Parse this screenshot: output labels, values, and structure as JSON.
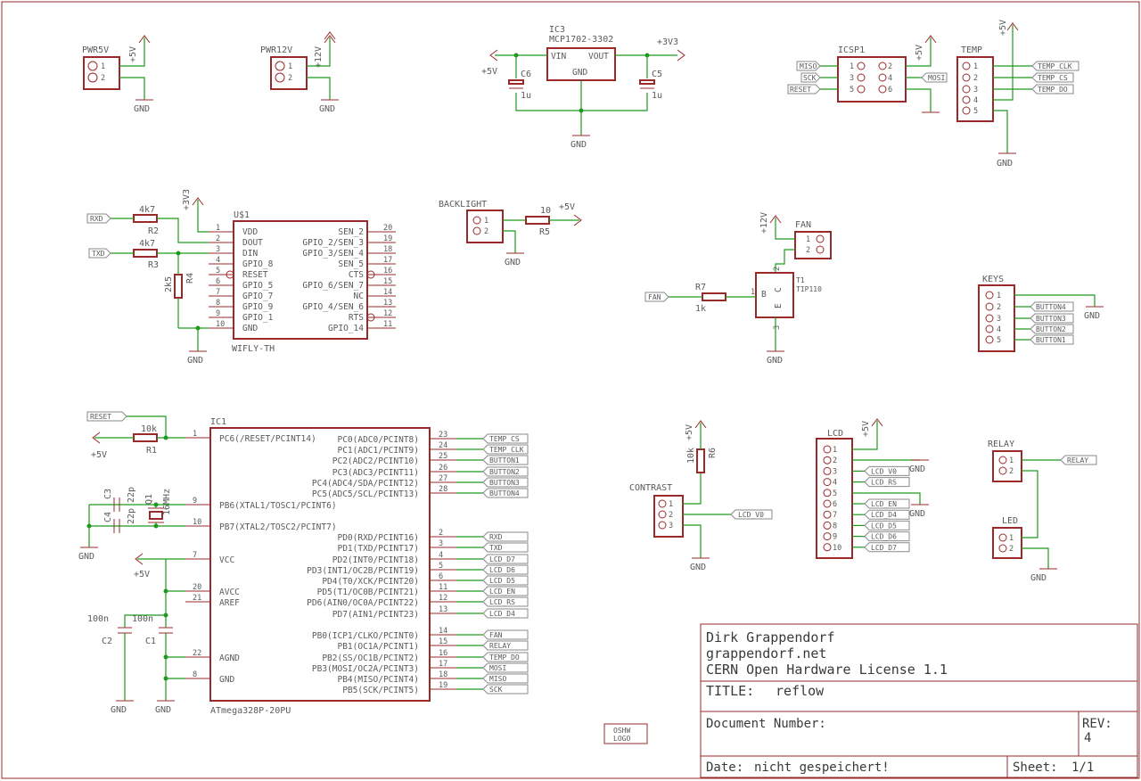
{
  "title_block": {
    "author": "Dirk Grappendorf",
    "site": "grappendorf.net",
    "license": "CERN Open Hardware License 1.1",
    "title_label": "TITLE:",
    "title_value": "reflow",
    "docnum_label": "Document Number:",
    "rev_label": "REV:",
    "rev_value": "4",
    "date_label": "Date:",
    "date_value": "nicht gespeichert!",
    "sheet_label": "Sheet:",
    "sheet_value": "1/1"
  },
  "logo": {
    "line1": "OSHW",
    "line2": "LOGO"
  },
  "supply": {
    "gnd": "GND",
    "p5v": "+5V",
    "p12v": "+12V",
    "p3v3": "+3V3"
  },
  "parts": {
    "pwr5v": {
      "name": "PWR5V",
      "pins": [
        "1",
        "2"
      ]
    },
    "pwr12v": {
      "name": "PWR12V",
      "pins": [
        "1",
        "2"
      ]
    },
    "ic3": {
      "name": "IC3",
      "value": "MCP1702-3302",
      "vin": "VIN",
      "vout": "VOUT",
      "gnd": "GND"
    },
    "c6": {
      "name": "C6",
      "value": "1u"
    },
    "c5": {
      "name": "C5",
      "value": "1u"
    },
    "icsp": {
      "name": "ICSP1",
      "pins_left": [
        "1",
        "3",
        "5"
      ],
      "pins_right": [
        "2",
        "4",
        "6"
      ]
    },
    "temp": {
      "name": "TEMP",
      "pins": [
        "1",
        "2",
        "3",
        "4",
        "5"
      ]
    },
    "wifly": {
      "name": "U$1",
      "value": "WIFLY-TH",
      "left_pins": [
        {
          "num": "1",
          "name": "VDD"
        },
        {
          "num": "2",
          "name": "DOUT"
        },
        {
          "num": "3",
          "name": "DIN"
        },
        {
          "num": "4",
          "name": "GPIO_8"
        },
        {
          "num": "5",
          "name": "RESET"
        },
        {
          "num": "6",
          "name": "GPIO_5"
        },
        {
          "num": "7",
          "name": "GPIO_7"
        },
        {
          "num": "8",
          "name": "GPIO_9"
        },
        {
          "num": "9",
          "name": "GPIO_1"
        },
        {
          "num": "10",
          "name": "GND"
        }
      ],
      "right_pins": [
        {
          "num": "20",
          "name": "SEN_2"
        },
        {
          "num": "19",
          "name": "GPIO_2/SEN_3"
        },
        {
          "num": "18",
          "name": "GPIO_3/SEN_4"
        },
        {
          "num": "17",
          "name": "SEN_5"
        },
        {
          "num": "16",
          "name": "CTS"
        },
        {
          "num": "15",
          "name": "GPIO_6/SEN_7"
        },
        {
          "num": "14",
          "name": "NC"
        },
        {
          "num": "13",
          "name": "GPIO_4/SEN_6"
        },
        {
          "num": "12",
          "name": "RTS"
        },
        {
          "num": "11",
          "name": "GPIO_14"
        }
      ]
    },
    "r2": {
      "name": "R2",
      "value": "4k7"
    },
    "r3": {
      "name": "R3",
      "value": "4k7"
    },
    "r4": {
      "name": "R4",
      "value": "2k5"
    },
    "backlight": {
      "name": "BACKLIGHT",
      "pins": [
        "1",
        "2"
      ]
    },
    "r5": {
      "name": "R5",
      "value": "10"
    },
    "fan": {
      "name": "FAN",
      "pins": [
        "1",
        "2"
      ]
    },
    "r7": {
      "name": "R7",
      "value": "1k"
    },
    "t1": {
      "name": "T1",
      "value": "TIP110",
      "b": "B",
      "c": "C",
      "e": "E",
      "pin1": "1",
      "pin2": "2",
      "pin3": "3"
    },
    "keys": {
      "name": "KEYS",
      "pins": [
        "1",
        "2",
        "3",
        "4",
        "5"
      ]
    },
    "ic1": {
      "name": "IC1",
      "value": "ATmega328P-20PU",
      "left_pins": [
        {
          "num": "1",
          "name": "PC6(/RESET/PCINT14)"
        },
        {
          "num": "9",
          "name": "PB6(XTAL1/TOSC1/PCINT6)"
        },
        {
          "num": "10",
          "name": "PB7(XTAL2/TOSC2/PCINT7)"
        },
        {
          "num": "7",
          "name": "VCC"
        },
        {
          "num": "20",
          "name": "AVCC"
        },
        {
          "num": "21",
          "name": "AREF"
        },
        {
          "num": "22",
          "name": "AGND"
        },
        {
          "num": "8",
          "name": "GND"
        }
      ],
      "right_pins": [
        {
          "num": "23",
          "name": "PC0(ADC0/PCINT8)",
          "net": "TEMP_CS"
        },
        {
          "num": "24",
          "name": "PC1(ADC1/PCINT9)",
          "net": "TEMP_CLK"
        },
        {
          "num": "25",
          "name": "PC2(ADC2/PCINT10)",
          "net": "BUTTON1"
        },
        {
          "num": "26",
          "name": "PC3(ADC3/PCINT11)",
          "net": "BUTTON2"
        },
        {
          "num": "27",
          "name": "PC4(ADC4/SDA/PCINT12)",
          "net": "BUTTON3"
        },
        {
          "num": "28",
          "name": "PC5(ADC5/SCL/PCINT13)",
          "net": "BUTTON4"
        },
        {
          "num": "2",
          "name": "PD0(RXD/PCINT16)",
          "net": "RXD"
        },
        {
          "num": "3",
          "name": "PD1(TXD/PCINT17)",
          "net": "TXD"
        },
        {
          "num": "4",
          "name": "PD2(INT0/PCINT18)",
          "net": "LCD_D7"
        },
        {
          "num": "5",
          "name": "PD3(INT1/OC2B/PCINT19)",
          "net": "LCD_D6"
        },
        {
          "num": "6",
          "name": "PD4(T0/XCK/PCINT20)",
          "net": "LCD_D5"
        },
        {
          "num": "11",
          "name": "PD5(T1/OC0B/PCINT21)",
          "net": "LCD_EN"
        },
        {
          "num": "12",
          "name": "PD6(AIN0/OC0A/PCINT22)",
          "net": "LCD_RS"
        },
        {
          "num": "13",
          "name": "PD7(AIN1/PCINT23)",
          "net": "LCD_D4"
        },
        {
          "num": "14",
          "name": "PB0(ICP1/CLKO/PCINT0)",
          "net": "FAN"
        },
        {
          "num": "15",
          "name": "PB1(OC1A/PCINT1)",
          "net": "RELAY"
        },
        {
          "num": "16",
          "name": "PB2(SS/OC1B/PCINT2)",
          "net": "TEMP_DO"
        },
        {
          "num": "17",
          "name": "PB3(MOSI/OC2A/PCINT3)",
          "net": "MOSI"
        },
        {
          "num": "18",
          "name": "PB4(MISO/PCINT4)",
          "net": "MISO"
        },
        {
          "num": "19",
          "name": "PB5(SCK/PCINT5)",
          "net": "SCK"
        }
      ]
    },
    "r1": {
      "name": "R1",
      "value": "10k"
    },
    "c3": {
      "name": "C3",
      "value": "22p"
    },
    "c4": {
      "name": "C4",
      "value": "22p"
    },
    "q1": {
      "name": "Q1",
      "value": "16MHz"
    },
    "c2": {
      "name": "C2",
      "value": "100n"
    },
    "c1": {
      "name": "C1",
      "value": "100n"
    },
    "contrast": {
      "name": "CONTRAST",
      "pins": [
        "1",
        "2",
        "3"
      ]
    },
    "r6": {
      "name": "R6",
      "value": "10k"
    },
    "lcd": {
      "name": "LCD",
      "pins": [
        "1",
        "2",
        "3",
        "4",
        "5",
        "6",
        "7",
        "8",
        "9",
        "10"
      ]
    },
    "relay": {
      "name": "RELAY",
      "pins": [
        "1",
        "2"
      ]
    },
    "led": {
      "name": "LED",
      "pins": [
        "1",
        "2"
      ]
    }
  },
  "nets": {
    "reset": "RESET",
    "rxd": "RXD",
    "txd": "TXD",
    "miso": "MISO",
    "sck": "SCK",
    "mosi": "MOSI",
    "temp_clk": "TEMP_CLK",
    "temp_cs": "TEMP_CS",
    "temp_do": "TEMP_DO",
    "fan": "FAN",
    "relay": "RELAY",
    "lcd_v0": "LCD_V0",
    "lcd_rs": "LCD_RS",
    "lcd_en": "LCD_EN",
    "lcd_d4": "LCD_D4",
    "lcd_d5": "LCD_D5",
    "lcd_d6": "LCD_D6",
    "lcd_d7": "LCD_D7",
    "button1": "BUTTON1",
    "button2": "BUTTON2",
    "button3": "BUTTON3",
    "button4": "BUTTON4"
  }
}
